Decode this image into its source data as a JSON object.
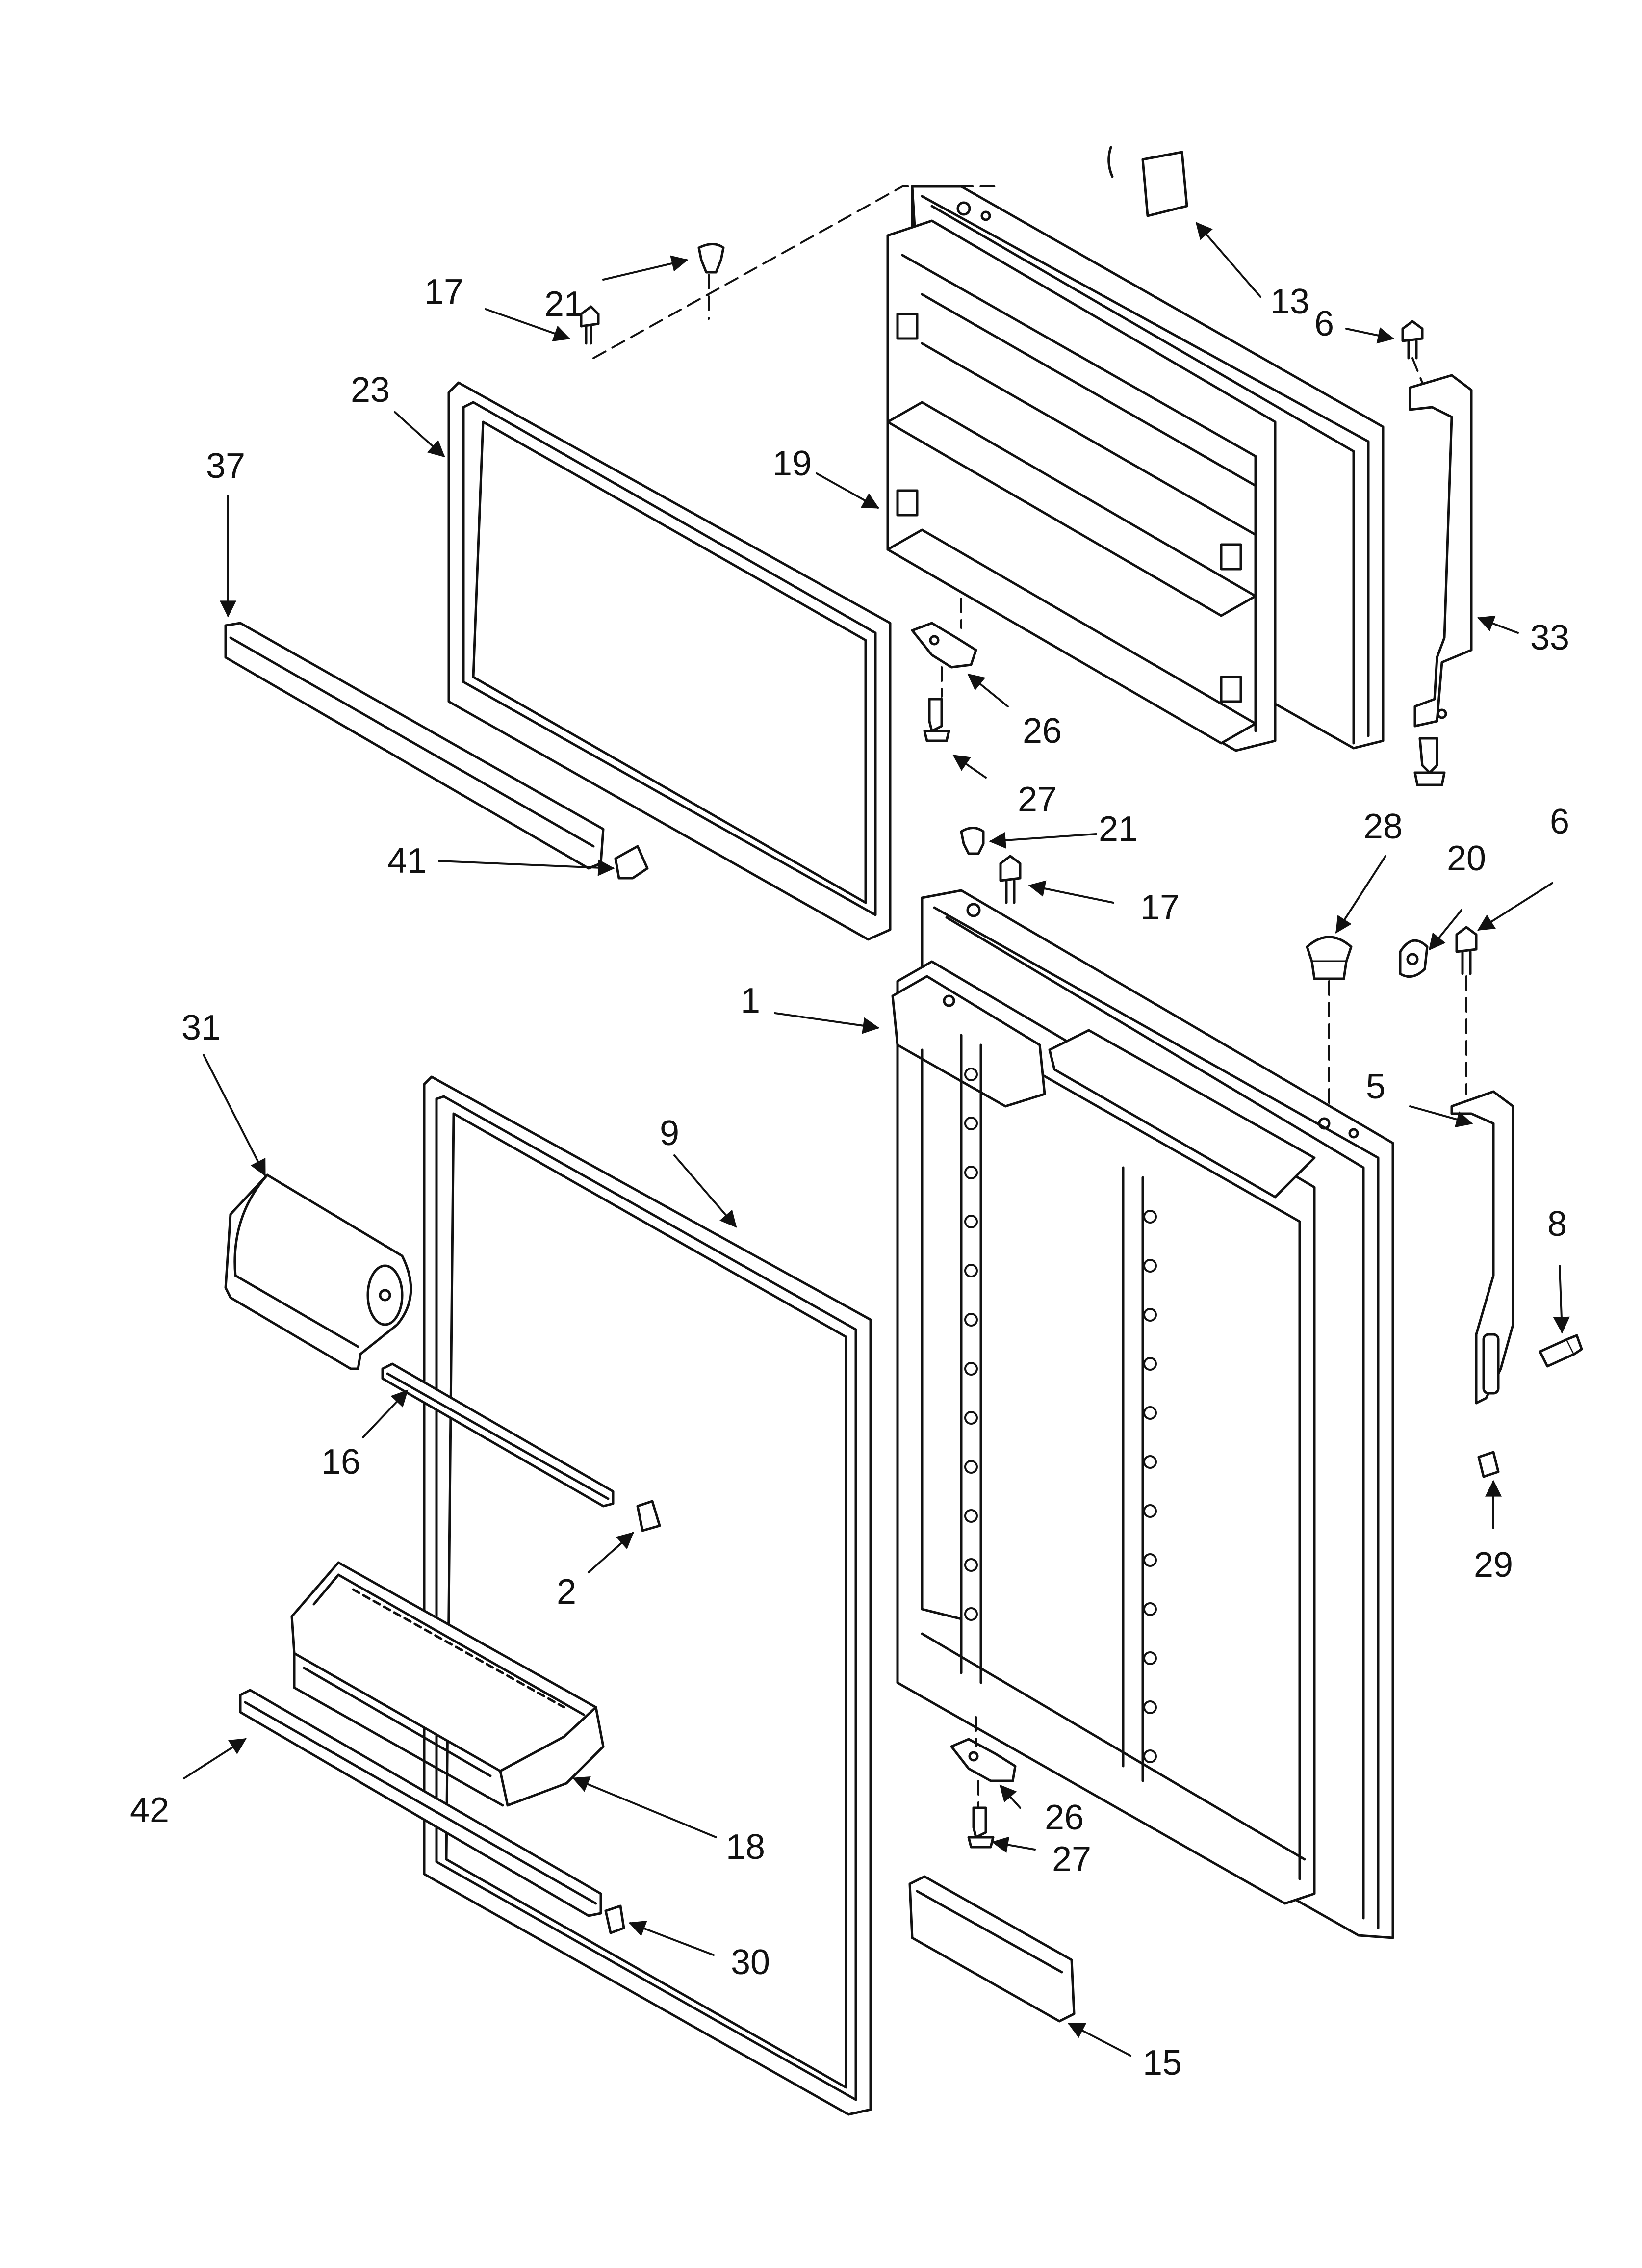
{
  "diagram": {
    "type": "exploded-parts-diagram",
    "colors": {
      "line": "#111111",
      "fill": "#ffffff",
      "shade": "#d8d8d8"
    },
    "parts": [
      {
        "id": "p17a",
        "number": "17"
      },
      {
        "id": "p21a",
        "number": "21"
      },
      {
        "id": "p13",
        "number": "13"
      },
      {
        "id": "p6a",
        "number": "6"
      },
      {
        "id": "p23",
        "number": "23"
      },
      {
        "id": "p37",
        "number": "37"
      },
      {
        "id": "p19",
        "number": "19"
      },
      {
        "id": "p33",
        "number": "33"
      },
      {
        "id": "p26a",
        "number": "26"
      },
      {
        "id": "p27a",
        "number": "27"
      },
      {
        "id": "p41",
        "number": "41"
      },
      {
        "id": "p21b",
        "number": "21"
      },
      {
        "id": "p17b",
        "number": "17"
      },
      {
        "id": "p28",
        "number": "28"
      },
      {
        "id": "p20",
        "number": "20"
      },
      {
        "id": "p6b",
        "number": "6"
      },
      {
        "id": "p1",
        "number": "1"
      },
      {
        "id": "p31",
        "number": "31"
      },
      {
        "id": "p9",
        "number": "9"
      },
      {
        "id": "p5",
        "number": "5"
      },
      {
        "id": "p8",
        "number": "8"
      },
      {
        "id": "p16",
        "number": "16"
      },
      {
        "id": "p29",
        "number": "29"
      },
      {
        "id": "p2",
        "number": "2"
      },
      {
        "id": "p42",
        "number": "42"
      },
      {
        "id": "p18",
        "number": "18"
      },
      {
        "id": "p26b",
        "number": "26"
      },
      {
        "id": "p27b",
        "number": "27"
      },
      {
        "id": "p30",
        "number": "30"
      },
      {
        "id": "p15",
        "number": "15"
      }
    ]
  }
}
